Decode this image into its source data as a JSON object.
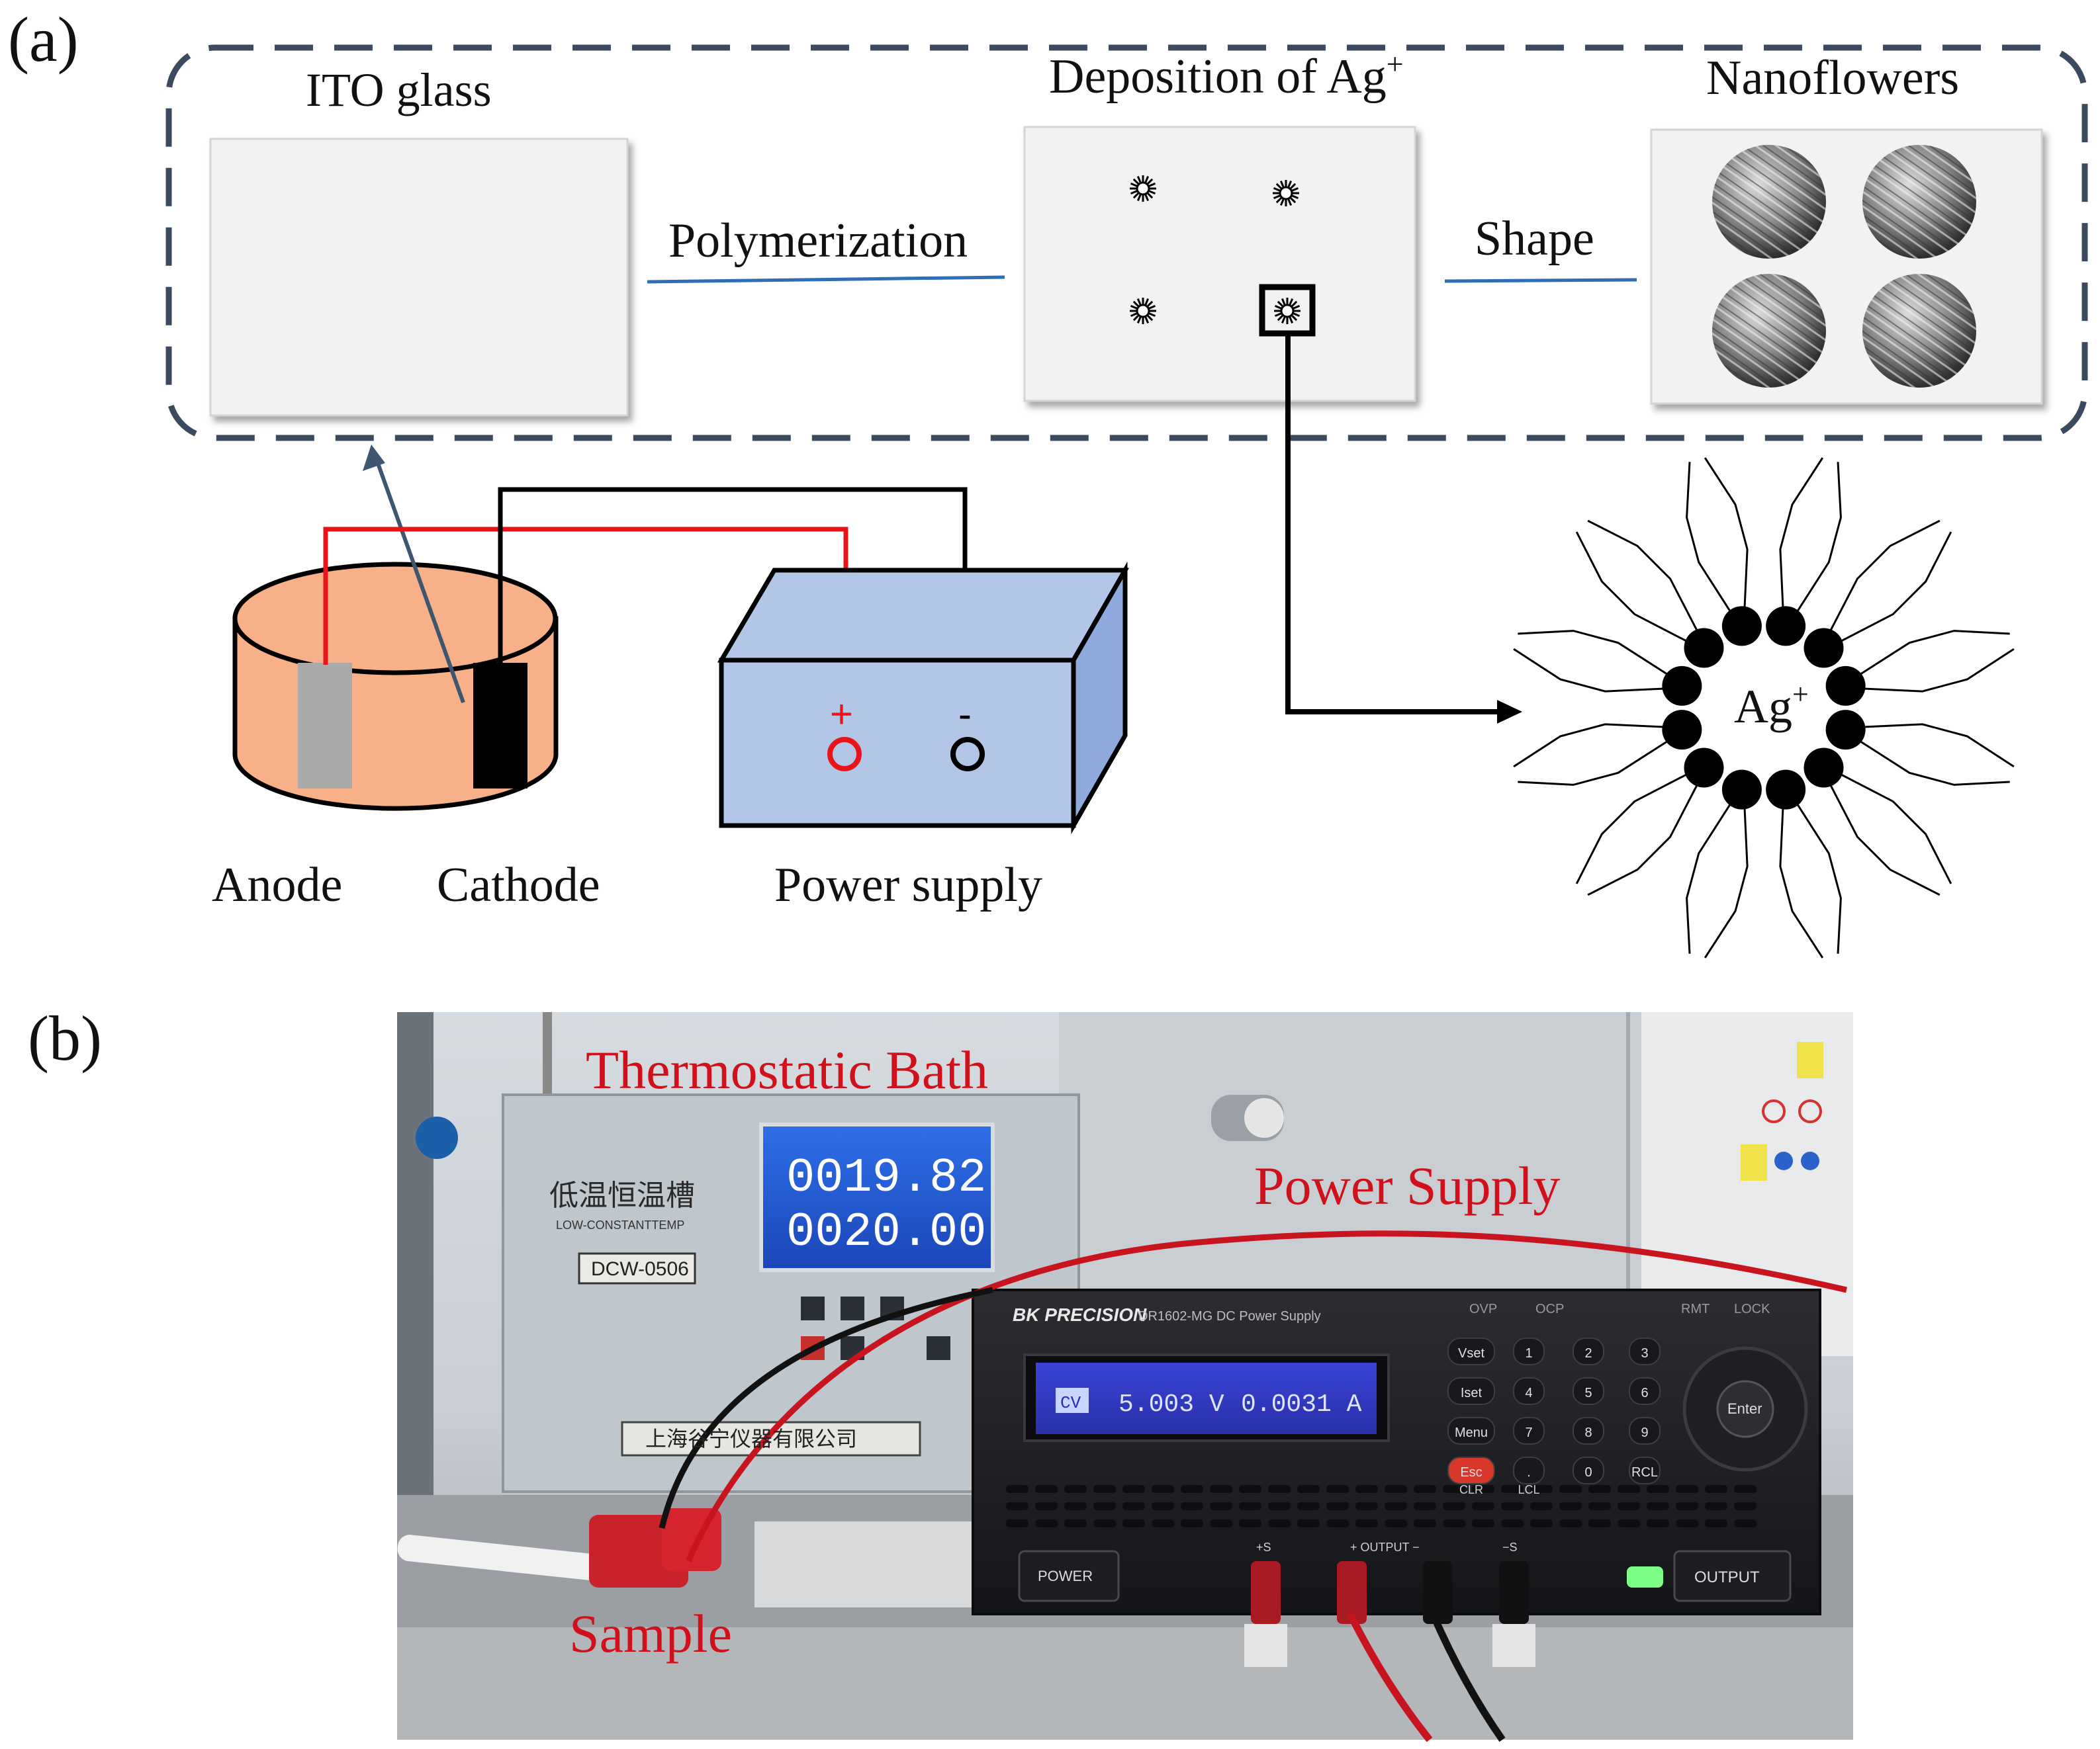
{
  "panel_a": {
    "label": "(a)",
    "ito_label": "ITO glass",
    "deposition_label": "Deposition of Ag",
    "deposition_sup": "+",
    "nanoflowers_label": "Nanoflowers",
    "polymerization_label": "Polymerization",
    "shape_label": "Shape",
    "anode_label": "Anode",
    "cathode_label": "Cathode",
    "power_supply_label": "Power supply",
    "plus_sign": "+",
    "minus_sign": "-",
    "ag_label": "Ag",
    "ag_sup": "+"
  },
  "panel_b": {
    "label": "(b)",
    "thermostatic_bath_label": "Thermostatic Bath",
    "power_supply_label": "Power Supply",
    "sample_label": "Sample",
    "bath": {
      "brand_cn": "低温恒温槽",
      "brand_en": "LOW-CONSTANTTEMP",
      "model": "DCW-0506",
      "display_line1": "0019.82",
      "display_line2": "0020.00",
      "maker_cn": "上海谷宁仪器有限公司"
    },
    "psu": {
      "brand": "BK PRECISION",
      "model": "DR1602-MG  DC Power Supply",
      "display_mode": "CV",
      "display_voltage": "5.003 V",
      "display_current": "0.0031 A",
      "indicators": [
        "OVP",
        "OCP",
        "RMT",
        "LOCK"
      ],
      "keys": [
        "Vset",
        "1",
        "2",
        "3",
        "Iset",
        "4",
        "5",
        "6",
        "Menu",
        "7",
        "8",
        "9",
        "Esc",
        ".",
        "0",
        "RCL"
      ],
      "key_sublabels": [
        "CLR",
        "LCL"
      ],
      "enter_label": "Enter",
      "power_button": "POWER",
      "output_button": "OUTPUT",
      "terminal_labels": [
        "+S",
        "+  OUTPUT  −",
        "−S"
      ]
    }
  },
  "colors": {
    "border_dash": "#3b4a5e",
    "connector_blue": "#2f6db5",
    "beaker_orange": "#f7b088",
    "box_blue": "#b4c6e7",
    "wire_red": "#e8141a",
    "label_red": "#d0101a"
  }
}
